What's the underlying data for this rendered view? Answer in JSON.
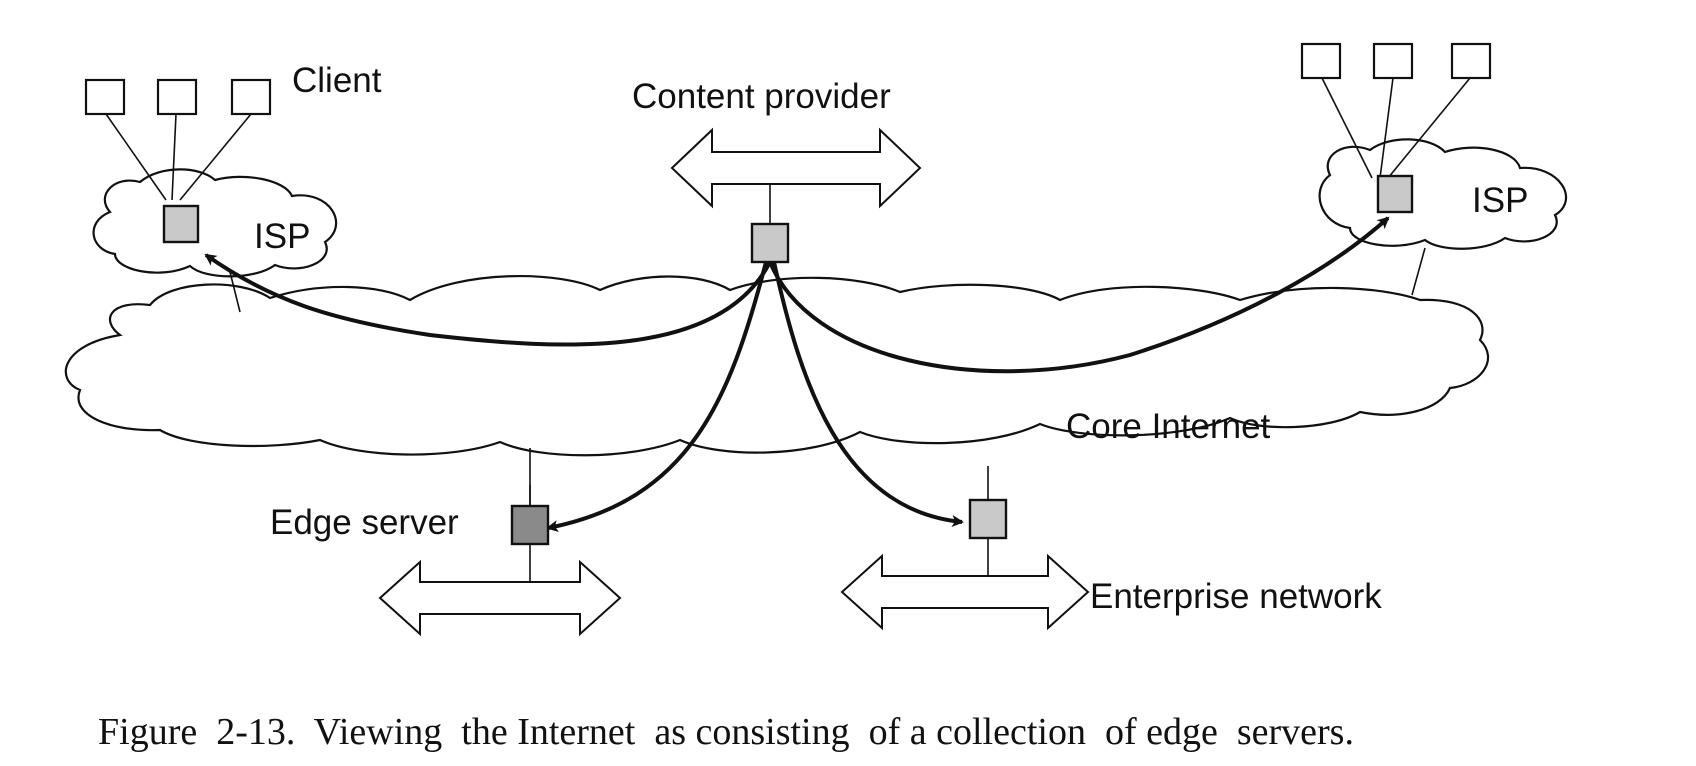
{
  "labels": {
    "client": "Client",
    "isp_left": "ISP",
    "isp_right": "ISP",
    "content_provider": "Content provider",
    "core_internet": "Core Internet",
    "edge_server": "Edge server",
    "enterprise_network": "Enterprise network"
  },
  "caption": "Figure  2-13.  Viewing  the Internet  as consisting  of a collection  of edge  servers."
}
